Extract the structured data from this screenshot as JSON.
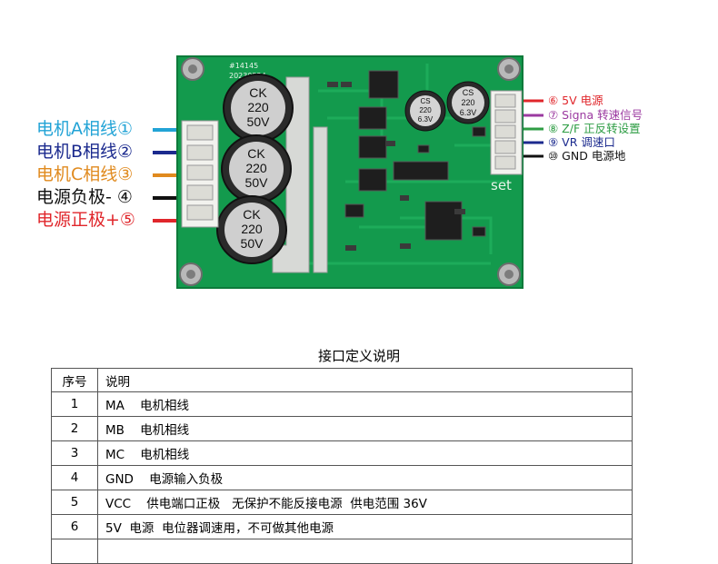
{
  "board": {
    "board_id": "#14145",
    "date_code": "20230524",
    "set_label": "set",
    "big_caps": [
      {
        "l1": "CK",
        "l2": "220",
        "l3": "50V"
      },
      {
        "l1": "CK",
        "l2": "220",
        "l3": "50V"
      },
      {
        "l1": "CK",
        "l2": "220",
        "l3": "50V"
      }
    ],
    "small_cap_a": {
      "l1": "CS",
      "l2": "220",
      "l3": "6.3V"
    },
    "small_cap_b": {
      "l1": "CS",
      "l2": "220",
      "l3": "6.3V"
    },
    "colors": {
      "pcb": "#139a4d",
      "pcb_dark": "#0d7a3a",
      "connector": "#f2f2ee"
    }
  },
  "left_wires": [
    {
      "label": "电机A相线①",
      "color": "#22a3d6"
    },
    {
      "label": "电机B相线②",
      "color": "#1b2a8e"
    },
    {
      "label": "电机C相线③",
      "color": "#e08a1e"
    },
    {
      "label": "电源负极- ④",
      "color": "#111111"
    },
    {
      "label": "电源正极+⑤",
      "color": "#e0262b"
    }
  ],
  "right_wires": [
    {
      "label": "⑥ 5V 电源",
      "color": "#e0262b"
    },
    {
      "label": "⑦ Signa 转速信号",
      "color": "#9b3aa0"
    },
    {
      "label": "⑧ Z/F 正反转设置",
      "color": "#2e9d44"
    },
    {
      "label": "⑨ VR 调速口",
      "color": "#1b2a8e"
    },
    {
      "label": "⑩ GND 电源地",
      "color": "#111111"
    }
  ],
  "table": {
    "title": "接口定义说明",
    "headers": [
      "序号",
      "说明"
    ],
    "rows": [
      {
        "no": "1",
        "desc": "MA    电机相线"
      },
      {
        "no": "2",
        "desc": "MB    电机相线"
      },
      {
        "no": "3",
        "desc": "MC    电机相线"
      },
      {
        "no": "4",
        "desc": "GND    电源输入负极"
      },
      {
        "no": "5",
        "desc": "VCC    供电端口正极   无保护不能反接电源  供电范围 36V"
      },
      {
        "no": "6",
        "desc": "5V  电源  电位器调速用，不可做其他电源"
      }
    ]
  }
}
